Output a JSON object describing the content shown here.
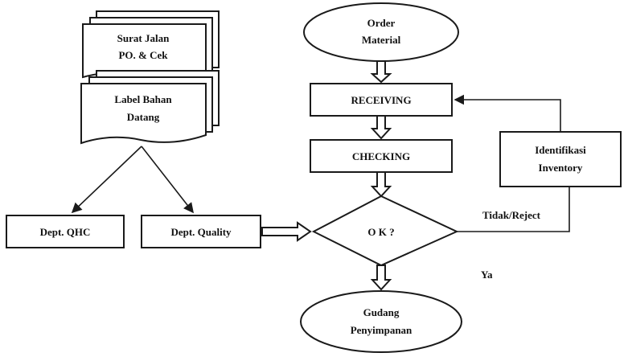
{
  "diagram": {
    "documents": {
      "top": [
        "Surat Jalan",
        "PO. & Cek"
      ],
      "bottom": [
        "Label Bahan",
        "Datang"
      ]
    },
    "depts": {
      "left": "Dept. QHC",
      "right": "Dept. Quality"
    },
    "flow": {
      "start": [
        "Order",
        "Material"
      ],
      "step1": "RECEIVING",
      "step2": "CHECKING",
      "decision": "O K ?",
      "end": [
        "Gudang",
        "Penyimpanan"
      ]
    },
    "side": {
      "box": [
        "Identifikasi",
        "Inventory"
      ],
      "tidak_label": "Tidak/Reject",
      "yes_label": "Ya"
    }
  }
}
